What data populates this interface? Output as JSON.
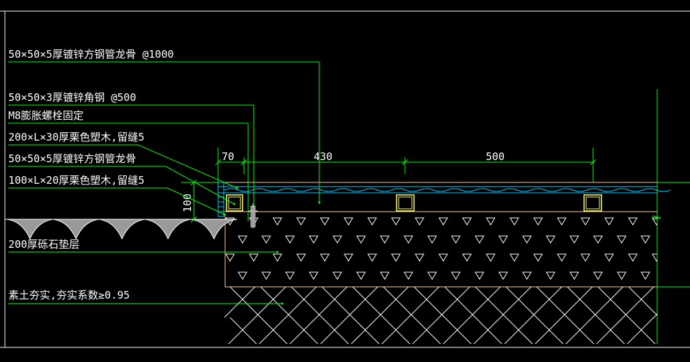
{
  "labels": {
    "l1": "50×50×5厚镀锌方钢管龙骨 @1000",
    "l2": "50×50×3厚镀锌角钢 @500",
    "l3": "M8膨胀螺栓固定",
    "l4": "200×L×30厚栗色塑木,留缝5",
    "l5": "50×50×5厚镀锌方钢管龙骨",
    "l6": "100×L×20厚栗色塑木,留缝5",
    "l7": "200厚砾石垫层",
    "l8": "素土夯实,夯实系数≥0.95"
  },
  "dimensions": {
    "d70": "70",
    "d430": "430",
    "d500": "500",
    "d100": "100"
  },
  "colors": {
    "background": "#000000",
    "leader": "#00ff00",
    "text": "#ffffff",
    "deck": "#00ccff",
    "steel": "#ffff66",
    "outline": "#ffcc99",
    "hatch": "#ffffff"
  }
}
